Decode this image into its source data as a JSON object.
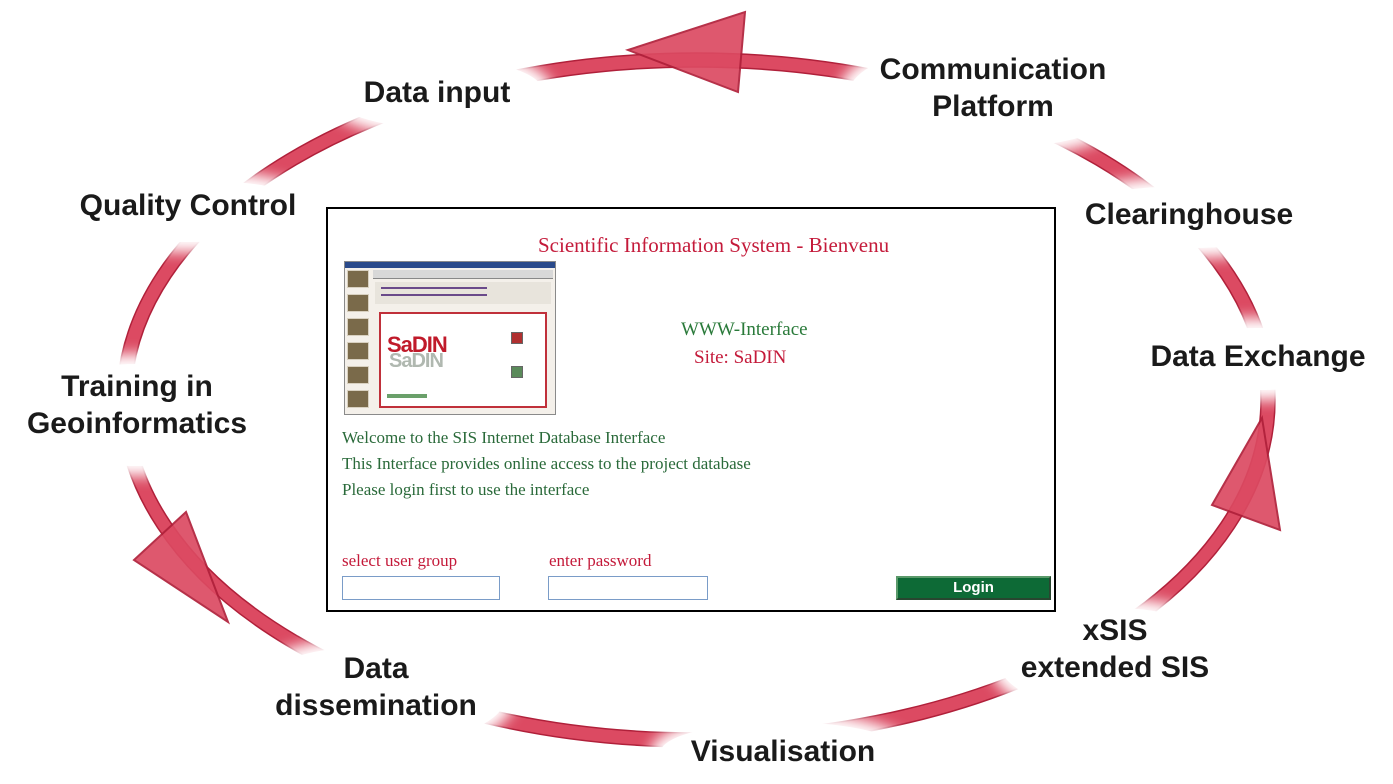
{
  "colors": {
    "arrow_fill": "#dc4a62",
    "arrow_stroke": "#b0203a",
    "title_red": "#c41a3a",
    "text_green": "#2a6a3a",
    "login_green": "#0d6a36"
  },
  "cycle_labels": {
    "data_input": "Data input",
    "communication_1": "Communication",
    "communication_2": "Platform",
    "clearinghouse": "Clearinghouse",
    "data_exchange": "Data Exchange",
    "xsis_1": "xSIS",
    "xsis_2": "extended SIS",
    "visualisation": "Visualisation",
    "dissemination_1": "Data",
    "dissemination_2": "dissemination",
    "training_1": "Training in",
    "training_2": "Geoinformatics",
    "quality_control": "Quality Control"
  },
  "panel": {
    "title": "Scientific Information System - Bienvenu",
    "www_interface": "WWW-Interface",
    "site": "Site: SaDIN",
    "welcome_lines": [
      "Welcome to the SIS Internet Database Interface",
      "This Interface provides online access to the project database",
      "Please login first to use the interface"
    ],
    "user_group_label": "select user group",
    "password_label": "enter password",
    "user_group_value": "",
    "password_value": "",
    "login_label": "Login",
    "thumbnail_logo": "SaDIN"
  }
}
